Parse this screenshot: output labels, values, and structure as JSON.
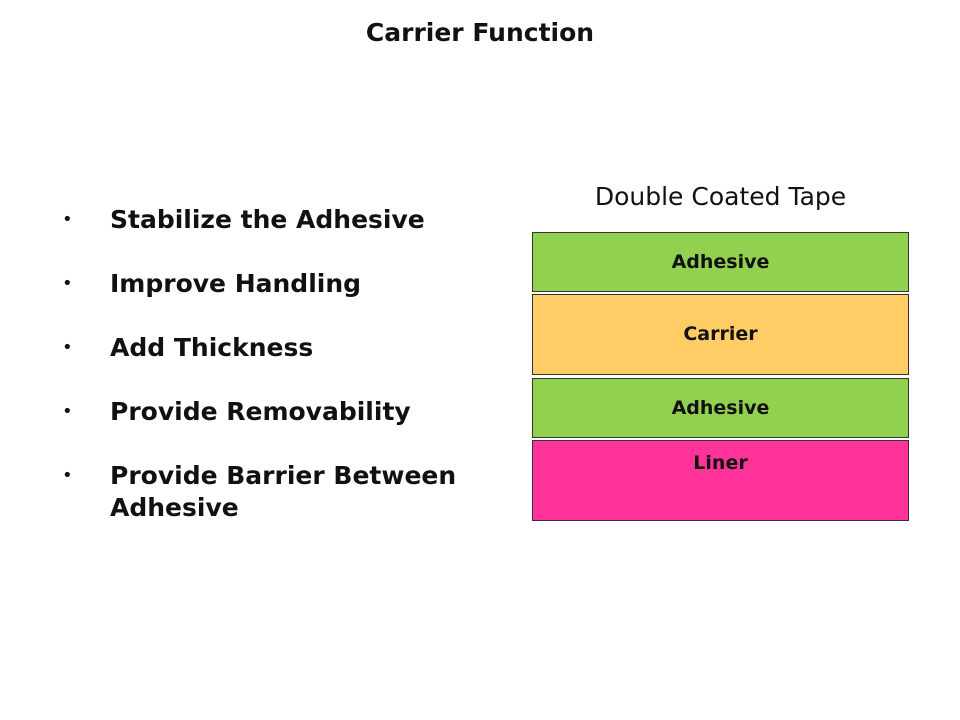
{
  "title": "Carrier Function",
  "bullets": [
    "Stabilize the Adhesive",
    "Improve Handling",
    "Add Thickness",
    "Provide Removability",
    "Provide Barrier Between Adhesive"
  ],
  "bullet_symbol": "•",
  "diagram": {
    "title": "Double Coated Tape",
    "layers": [
      {
        "label": "Adhesive",
        "color": "#92D050"
      },
      {
        "label": "Carrier",
        "color": "#FFCC66"
      },
      {
        "label": "Adhesive",
        "color": "#92D050"
      },
      {
        "label": "Liner",
        "color": "#FF3399"
      }
    ]
  }
}
